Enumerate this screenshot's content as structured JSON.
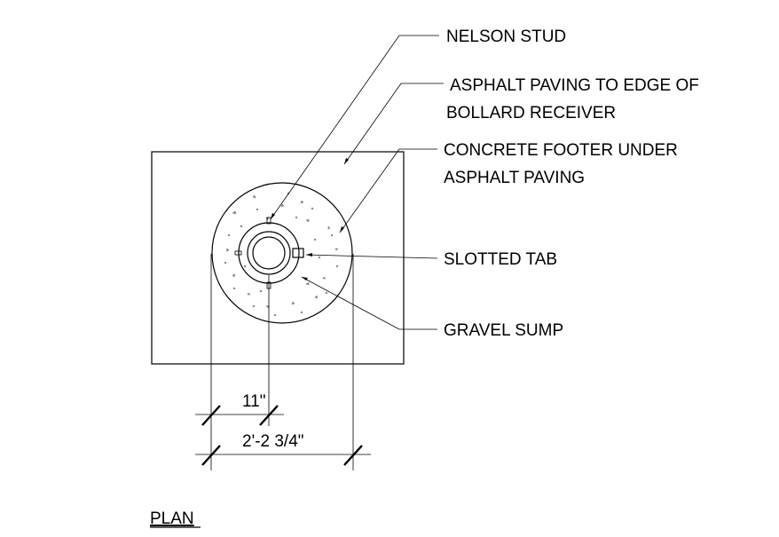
{
  "drawing": {
    "callouts": {
      "nelson_stud": "NELSON STUD",
      "asphalt_line1": "ASPHALT PAVING TO EDGE OF",
      "asphalt_line2": "BOLLARD RECEIVER",
      "concrete_line1": "CONCRETE FOOTER UNDER",
      "concrete_line2": "ASPHALT PAVING",
      "slotted_tab": "SLOTTED TAB",
      "gravel_sump": "GRAVEL SUMP"
    },
    "dimensions": {
      "inner": "11\"",
      "outer": "2'-2 3/4\""
    },
    "view_title": "PLAN"
  }
}
